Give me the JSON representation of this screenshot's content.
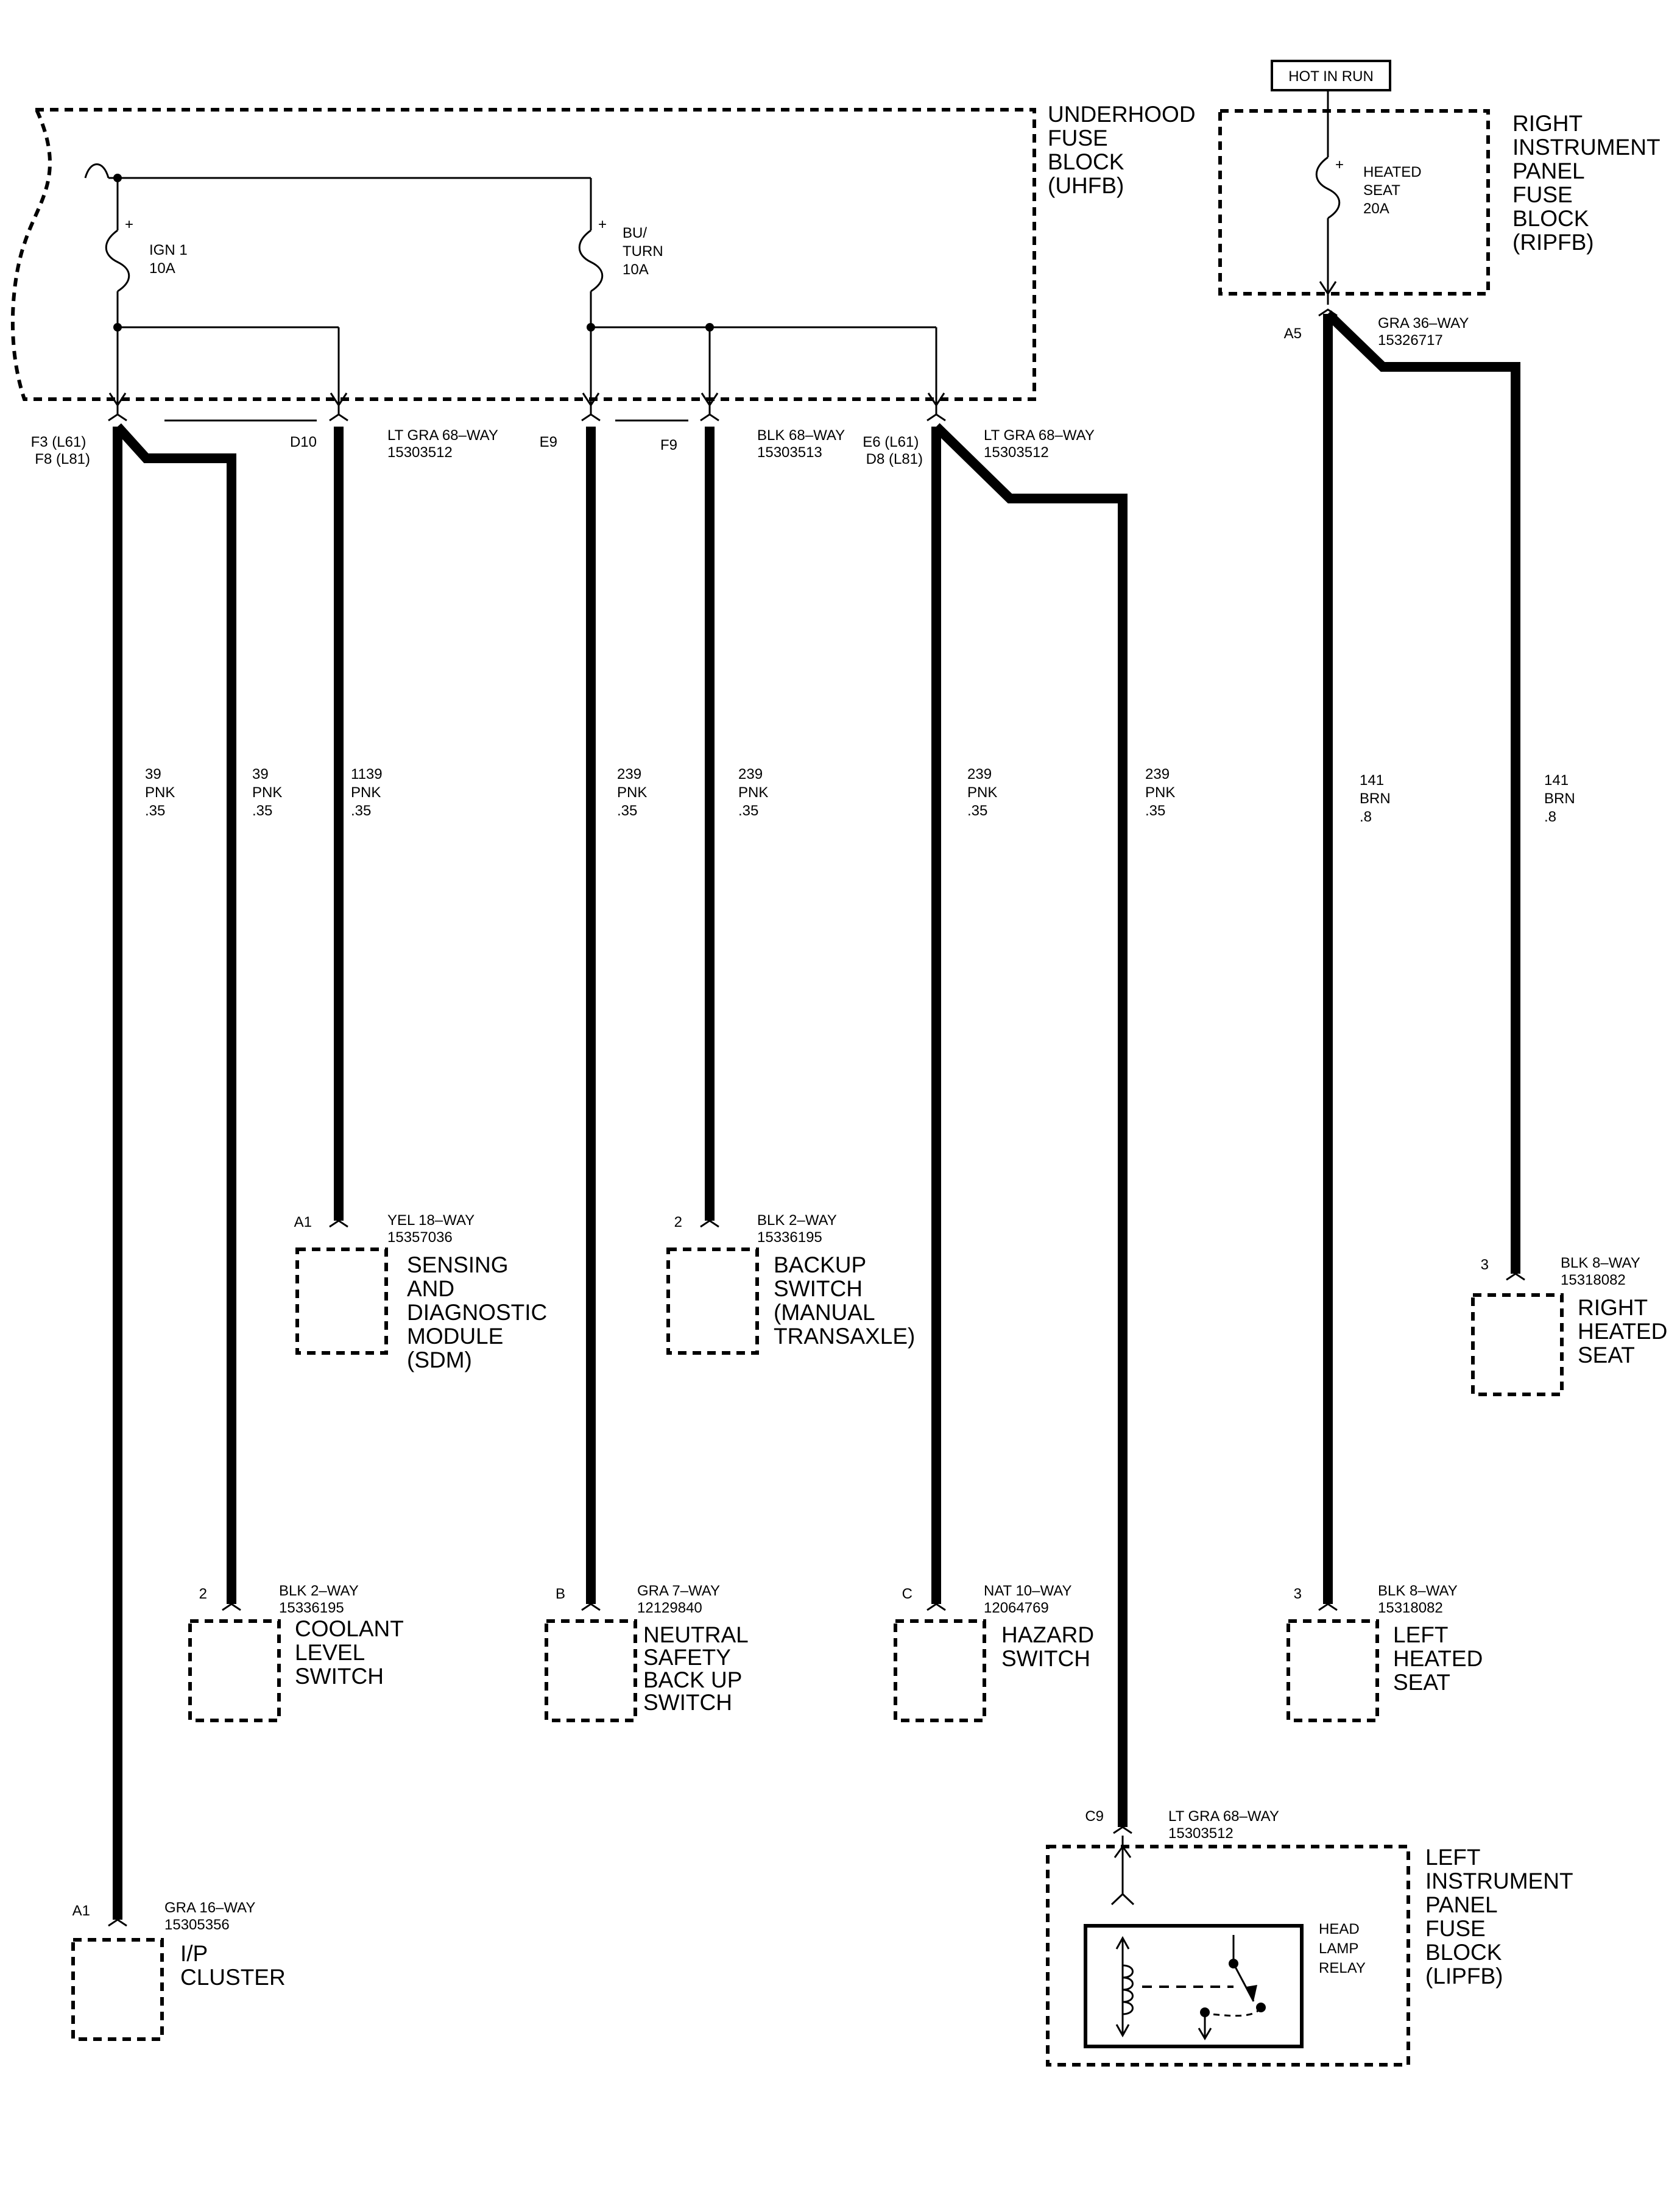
{
  "hot_in_run": "HOT IN RUN",
  "uhfb": {
    "title": [
      "UNDERHOOD",
      "FUSE",
      "BLOCK",
      "(UHFB)"
    ],
    "fuse_ign1": [
      "IGN 1",
      "10A"
    ],
    "fuse_buturn": [
      "BU/",
      "TURN",
      "10A"
    ],
    "connectors": [
      {
        "pins": [
          "F3 (L61)",
          "F8 (L81)"
        ]
      },
      {
        "pins": [
          "D10"
        ],
        "desc": [
          "LT GRA 68–WAY",
          "15303512"
        ]
      },
      {
        "pins": [
          "E9"
        ]
      },
      {
        "pins": [
          "F9"
        ],
        "desc": [
          "BLK 68–WAY",
          "15303513"
        ]
      },
      {
        "pins": [
          "E6 (L61)",
          "D8 (L81)"
        ],
        "desc": [
          "LT GRA 68–WAY",
          "15303512"
        ]
      }
    ]
  },
  "ripfb": {
    "title": [
      "RIGHT",
      "INSTRUMENT",
      "PANEL",
      "FUSE",
      "BLOCK",
      "(RIPFB)"
    ],
    "fuse": [
      "HEATED",
      "SEAT",
      "20A"
    ],
    "connector": {
      "pin": "A5",
      "desc": [
        "GRA 36–WAY",
        "15326717"
      ]
    }
  },
  "wires": [
    {
      "lines": [
        "39",
        "PNK",
        ".35"
      ]
    },
    {
      "lines": [
        "39",
        "PNK",
        ".35"
      ]
    },
    {
      "lines": [
        "1139",
        "PNK",
        ".35"
      ]
    },
    {
      "lines": [
        "239",
        "PNK",
        ".35"
      ]
    },
    {
      "lines": [
        "239",
        "PNK",
        ".35"
      ]
    },
    {
      "lines": [
        "239",
        "PNK",
        ".35"
      ]
    },
    {
      "lines": [
        "239",
        "PNK",
        ".35"
      ]
    },
    {
      "lines": [
        "141",
        "BRN",
        ".8"
      ]
    },
    {
      "lines": [
        "141",
        "BRN",
        ".8"
      ]
    }
  ],
  "components": [
    {
      "pin": "A1",
      "conn": [
        "YEL 18–WAY",
        "15357036"
      ],
      "name": [
        "SENSING",
        "AND",
        "DIAGNOSTIC",
        "MODULE",
        "(SDM)"
      ]
    },
    {
      "pin": "2",
      "conn": [
        "BLK 2–WAY",
        "15336195"
      ],
      "name": [
        "BACKUP",
        "SWITCH",
        "(MANUAL",
        "TRANSAXLE)"
      ]
    },
    {
      "pin": "3",
      "conn": [
        "BLK 8–WAY",
        "15318082"
      ],
      "name": [
        "RIGHT",
        "HEATED",
        "SEAT"
      ]
    },
    {
      "pin": "2",
      "conn": [
        "BLK 2–WAY",
        "15336195"
      ],
      "name": [
        "COOLANT",
        "LEVEL",
        "SWITCH"
      ]
    },
    {
      "pin": "B",
      "conn": [
        "GRA 7–WAY",
        "12129840"
      ],
      "name": [
        "NEUTRAL",
        "SAFETY",
        "BACK UP",
        "SWITCH"
      ]
    },
    {
      "pin": "C",
      "conn": [
        "NAT 10–WAY",
        "12064769"
      ],
      "name": [
        "HAZARD",
        "SWITCH"
      ]
    },
    {
      "pin": "3",
      "conn": [
        "BLK 8–WAY",
        "15318082"
      ],
      "name": [
        "LEFT",
        "HEATED",
        "SEAT"
      ]
    },
    {
      "pin": "A1",
      "conn": [
        "GRA 16–WAY",
        "15305356"
      ],
      "name": [
        "I/P",
        "CLUSTER"
      ]
    }
  ],
  "lipfb": {
    "pin": "C9",
    "conn": [
      "LT GRA 68–WAY",
      "15303512"
    ],
    "title": [
      "LEFT",
      "INSTRUMENT",
      "PANEL",
      "FUSE",
      "BLOCK",
      "(LIPFB)"
    ],
    "relay": [
      "HEAD",
      "LAMP",
      "RELAY"
    ]
  }
}
